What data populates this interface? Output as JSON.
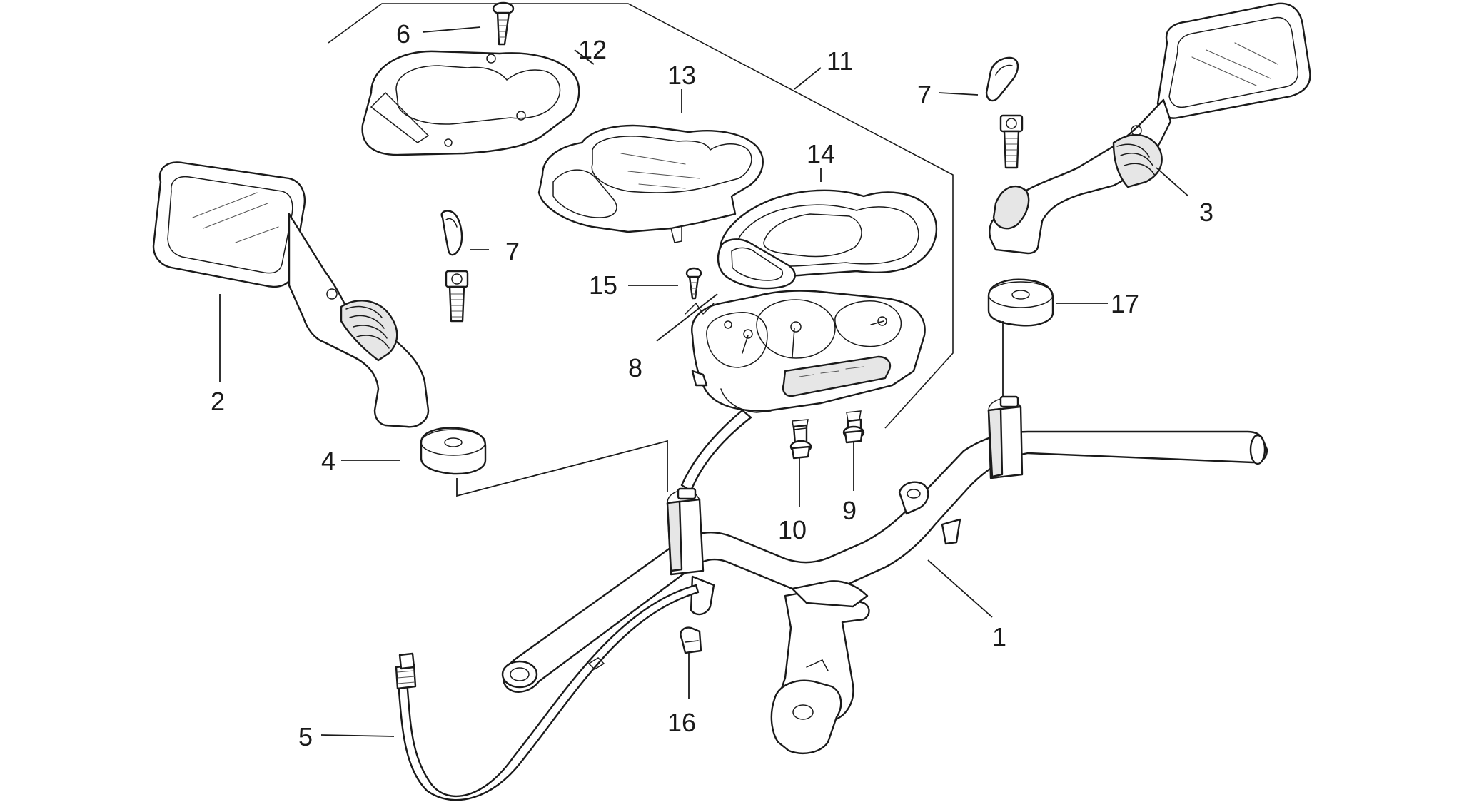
{
  "callouts": {
    "c1": "1",
    "c2": "2",
    "c3": "3",
    "c4": "4",
    "c5": "5",
    "c6": "6",
    "c7a": "7",
    "c7b": "7",
    "c8": "8",
    "c9": "9",
    "c10": "10",
    "c11": "11",
    "c12": "12",
    "c13": "13",
    "c14": "14",
    "c15": "15",
    "c16": "16",
    "c17": "17"
  }
}
